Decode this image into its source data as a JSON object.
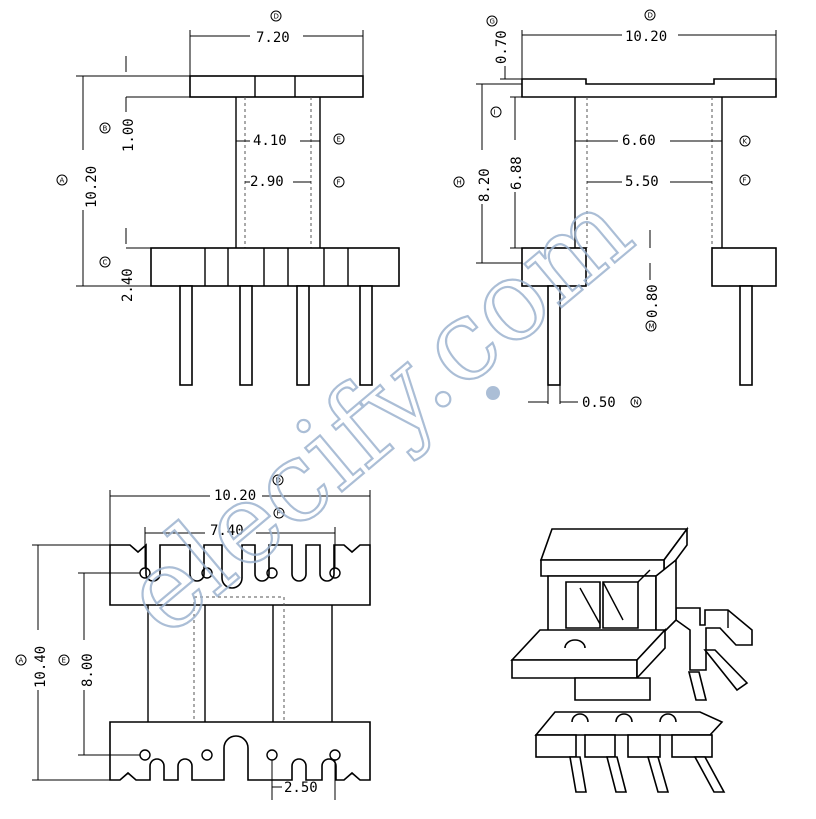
{
  "front_view": {
    "top_width": "7.20",
    "height": "10.20",
    "flange": "1.00",
    "core_outer": "4.10",
    "core_inner": "2.90",
    "bottom_flange": "2.40"
  },
  "side_view": {
    "top_width": "10.20",
    "top_step": "0.70",
    "height": "8.20",
    "inner_height": "6.88",
    "inner_outer": "6.60",
    "inner_inner": "5.50",
    "gap": "0.80",
    "pin": "0.50"
  },
  "bottom_view": {
    "width": "10.20",
    "pin_span": "7.40",
    "height": "10.40",
    "inner_height": "8.00",
    "pitch": "2.50"
  },
  "markers": {
    "a": "A",
    "b": "B",
    "c": "C",
    "d": "D",
    "e": "E",
    "f": "F",
    "g": "G",
    "h": "H",
    "i": "I",
    "k": "K",
    "m": "M",
    "n": "N"
  },
  "watermark": "elecify.com",
  "colors": {
    "line": "#000000",
    "watermark": "#9db3cf"
  }
}
